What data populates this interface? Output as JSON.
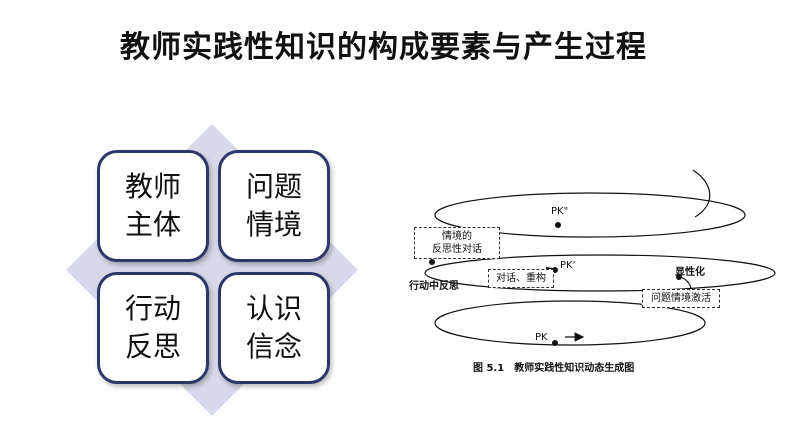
{
  "title": "教师实践性知识的构成要素与产生过程",
  "quadrants": [
    {
      "line1": "教师",
      "line2": "主体"
    },
    {
      "line1": "问题",
      "line2": "情境"
    },
    {
      "line1": "行动",
      "line2": "反思"
    },
    {
      "line1": "认识",
      "line2": "信念"
    }
  ],
  "figure": {
    "pk2": "PK\"",
    "pk1": "PK'",
    "pk0": "PK",
    "reflective_dialogue_line1": "情境的",
    "reflective_dialogue_line2": "反思性对话",
    "dialogue_reconstruct": "对话、重构",
    "reflection_in_action": "行动中反思",
    "explicitation": "显性化",
    "problem_situation": "问题情境激活",
    "caption": "图 5.1　教师实践性知识动态生成图"
  },
  "colors": {
    "tile_border": "#2e3769",
    "diamond_fill": "#d7d9e9"
  }
}
